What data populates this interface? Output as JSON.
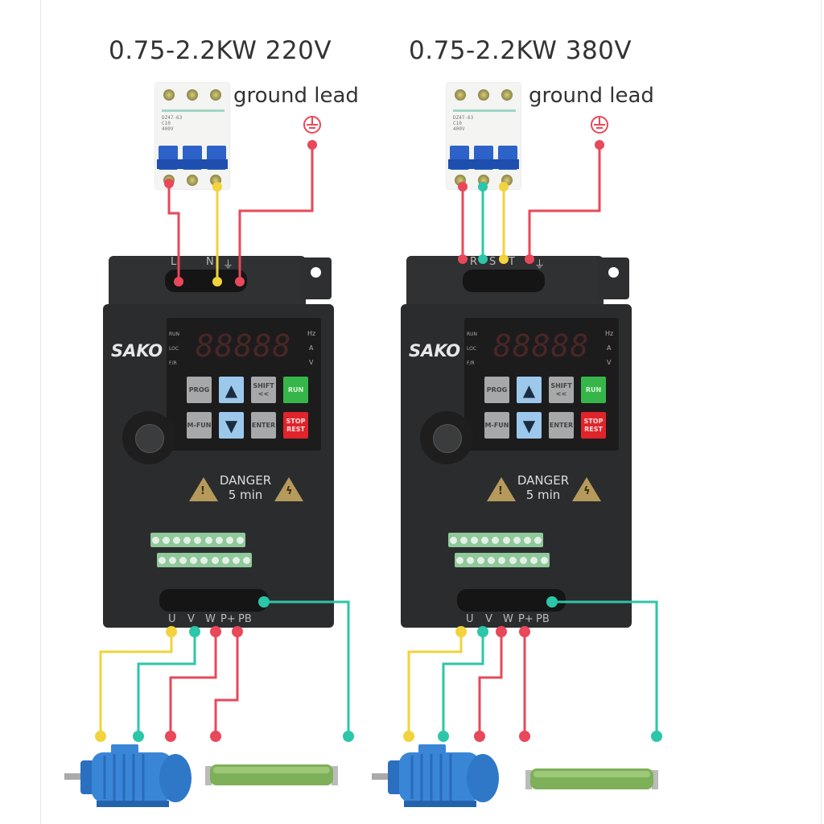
{
  "colors": {
    "live": "#e8485a",
    "neutral": "#f2d33c",
    "phase_s": "#2cc6a8"
  },
  "panels": [
    {
      "title": "0.75-2.2KW  220V",
      "ground_label": "ground lead",
      "input_terminals": [
        "L",
        "N",
        "⏚"
      ],
      "brand": "SAKO",
      "display": "88888",
      "indicators_left": [
        "RUN",
        "LOC",
        "F/R"
      ],
      "indicators_right": [
        "Hz",
        "A",
        "V"
      ],
      "buttons": {
        "prog": "PROG",
        "up": "▲",
        "shift": "SHIFT <<",
        "run": "RUN",
        "mfun": "M-FUN",
        "down": "▼",
        "enter": "ENTER",
        "stop": "STOP REST"
      },
      "warning_title": "DANGER",
      "warning_time": "5 min",
      "output_terminals": [
        "U",
        "V",
        "W",
        "P+",
        "PB"
      ]
    },
    {
      "title": "0.75-2.2KW  380V",
      "ground_label": "ground lead",
      "input_terminals": [
        "R",
        "S",
        "T",
        "⏚"
      ],
      "brand": "SAKO",
      "display": "88888",
      "indicators_left": [
        "RUN",
        "LOC",
        "F/R"
      ],
      "indicators_right": [
        "Hz",
        "A",
        "V"
      ],
      "buttons": {
        "prog": "PROG",
        "up": "▲",
        "shift": "SHIFT <<",
        "run": "RUN",
        "mfun": "M-FUN",
        "down": "▼",
        "enter": "ENTER",
        "stop": "STOP REST"
      },
      "warning_title": "DANGER",
      "warning_time": "5 min",
      "output_terminals": [
        "U",
        "V",
        "W",
        "P+",
        "PB"
      ]
    }
  ]
}
